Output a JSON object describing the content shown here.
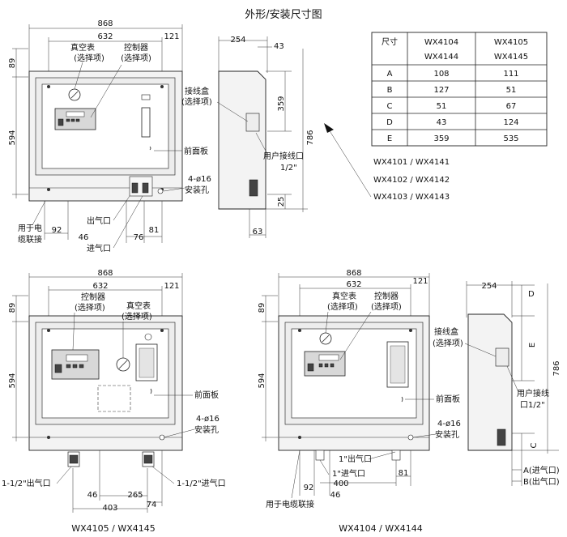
{
  "title": "外形/安装尺寸图",
  "table": {
    "header": [
      "尺寸",
      "WX4104\nWX4144",
      "WX4105\nWX4145"
    ],
    "rows": [
      [
        "A",
        "108",
        "111"
      ],
      [
        "B",
        "127",
        "51"
      ],
      [
        "C",
        "51",
        "67"
      ],
      [
        "D",
        "43",
        "124"
      ],
      [
        "E",
        "359",
        "535"
      ]
    ]
  },
  "models_list": [
    "WX4101 / WX4141",
    "WX4102 / WX4142",
    "WX4103 / WX4143"
  ],
  "top_front": {
    "dims": {
      "w868": "868",
      "w632": "632",
      "w121": "121",
      "h89": "89",
      "h594": "594",
      "d92": "92",
      "d46": "46",
      "d76": "76",
      "d81": "81"
    },
    "labels": {
      "vacuum_gauge": "真空表\n(选择项)",
      "controller": "控制器\n(选择项)",
      "front_panel": "前面板",
      "mount_holes": "4-ø16\n安装孔",
      "cable": "用于电\n缆联接",
      "outlet": "出气口",
      "inlet": "进气口"
    }
  },
  "top_side": {
    "dims": {
      "d254": "254",
      "d43": "43",
      "d359": "359",
      "d786": "786",
      "d25": "25",
      "d63": "63"
    },
    "labels": {
      "junction_box": "接线盒\n(选择项)",
      "user_port": "用户接线口\n1/2\""
    }
  },
  "bl_front": {
    "dims": {
      "w868": "868",
      "w632": "632",
      "w121": "121",
      "h89": "89",
      "h594": "594",
      "d46": "46",
      "d265": "265",
      "d74": "74",
      "d403": "403"
    },
    "labels": {
      "controller": "控制器\n(选择项)",
      "vacuum_gauge": "真空表\n(选择项)",
      "front_panel": "前面板",
      "mount_holes": "4-ø16\n安装孔",
      "outlet": "1-1/2\"出气口",
      "inlet": "1-1/2\"进气口"
    },
    "caption": "WX4105 / WX4145"
  },
  "br_front": {
    "dims": {
      "w868": "868",
      "w632": "632",
      "w121": "121",
      "h89": "89",
      "h594": "594",
      "d92": "92",
      "d46": "46",
      "d400": "400",
      "d81": "81"
    },
    "labels": {
      "vacuum_gauge": "真空表\n(选择项)",
      "controller": "控制器\n(选择项)",
      "front_panel": "前面板",
      "mount_holes": "4-ø16\n安装孔",
      "outlet": "1\"出气口",
      "inlet": "1\"进气口",
      "cable": "用于电缆联接"
    },
    "caption": "WX4104 / WX4144"
  },
  "br_side": {
    "dims": {
      "d254": "254",
      "d786": "786"
    },
    "letters": {
      "D": "D",
      "E": "E",
      "C": "C"
    },
    "labels": {
      "junction_box": "接线盒\n(选择项)",
      "user_port": "用户接线\n口1/2\"",
      "a_port": "A(进气口)",
      "b_port": "B(出气口)"
    }
  }
}
